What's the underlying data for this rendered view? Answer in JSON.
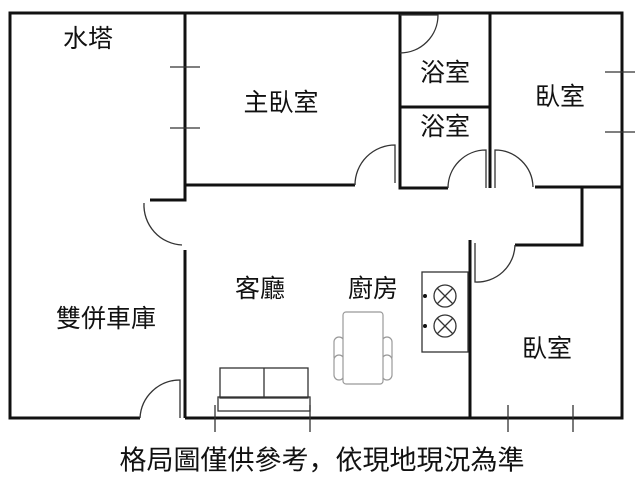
{
  "rooms": {
    "water_tower": "水塔",
    "master_bedroom": "主臥室",
    "bathroom_1": "浴室",
    "bathroom_2": "浴室",
    "bedroom_1": "臥室",
    "living_room": "客廳",
    "kitchen": "廚房",
    "garage": "雙併車庫",
    "bedroom_2": "臥室"
  },
  "caption": "格局圖僅供參考，依現地現況為準"
}
